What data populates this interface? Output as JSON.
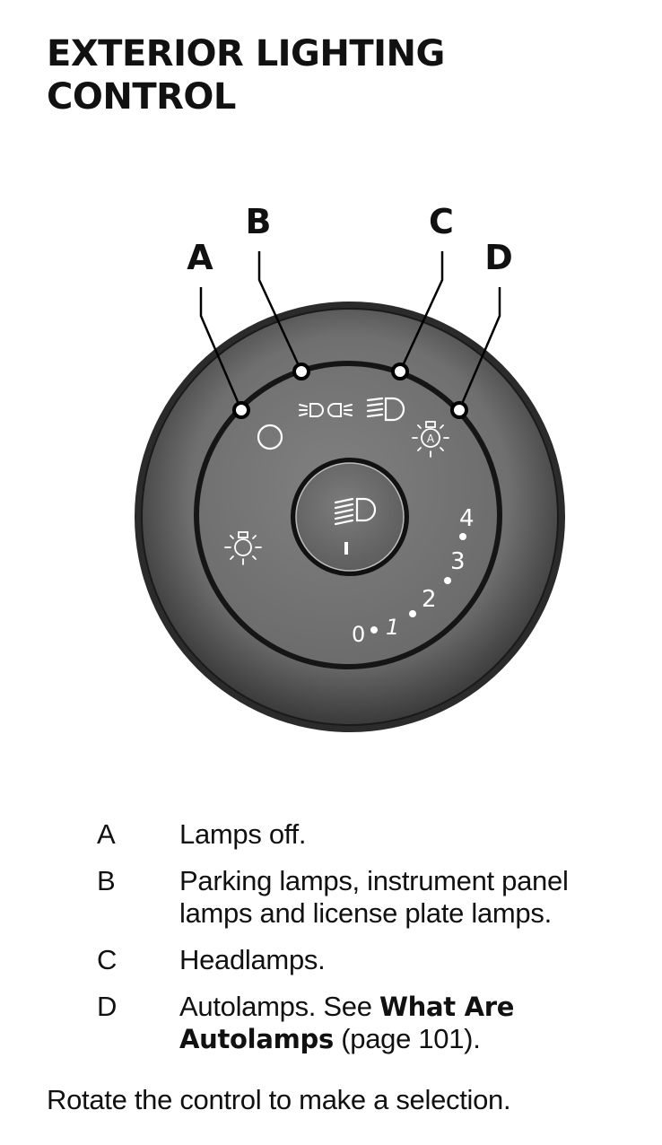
{
  "title_lines": [
    "EXTERIOR LIGHTING",
    "CONTROL"
  ],
  "callouts": {
    "a": "A",
    "b": "B",
    "c": "C",
    "d": "D"
  },
  "dimmer_levels": [
    "0",
    "1",
    "2",
    "3",
    "4"
  ],
  "icons": {
    "off": "circle-icon",
    "parking": "parking-lamps-icon",
    "headlamps": "headlamp-icon",
    "autolamps": "autolamp-icon",
    "panel": "panel-lighting-icon",
    "knob": "headlamp-knob-icon"
  },
  "legend": [
    {
      "letter": "A",
      "text": "Lamps off."
    },
    {
      "letter": "B",
      "text": "Parking lamps, instrument panel lamps and license plate lamps."
    },
    {
      "letter": "C",
      "text": "Headlamps."
    },
    {
      "letter": "D",
      "text_before": "Autolamps.  See ",
      "link": "What Are Autolamps",
      "text_after": " (page 101)."
    }
  ],
  "footer": "Rotate the control to make a selection."
}
